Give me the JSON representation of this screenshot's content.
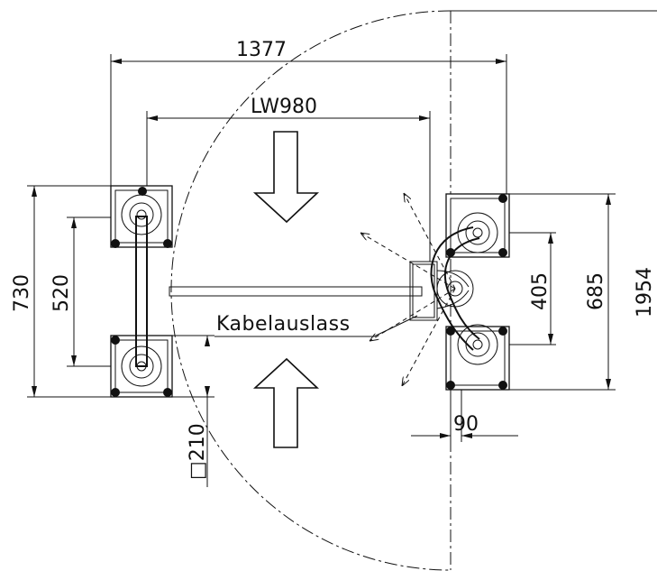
{
  "dimensions": {
    "overall_width": "1377",
    "clear_width": "LW980",
    "left_depth": "730",
    "left_column_spacing": "520",
    "right_column_spacing": "405",
    "right_pad_span": "685",
    "total_height": "1954",
    "offset": "90",
    "column_size": "□210"
  },
  "labels": {
    "cable_outlet": "Kabelauslass"
  },
  "colors": {
    "line": "#111111",
    "background": "#ffffff"
  }
}
